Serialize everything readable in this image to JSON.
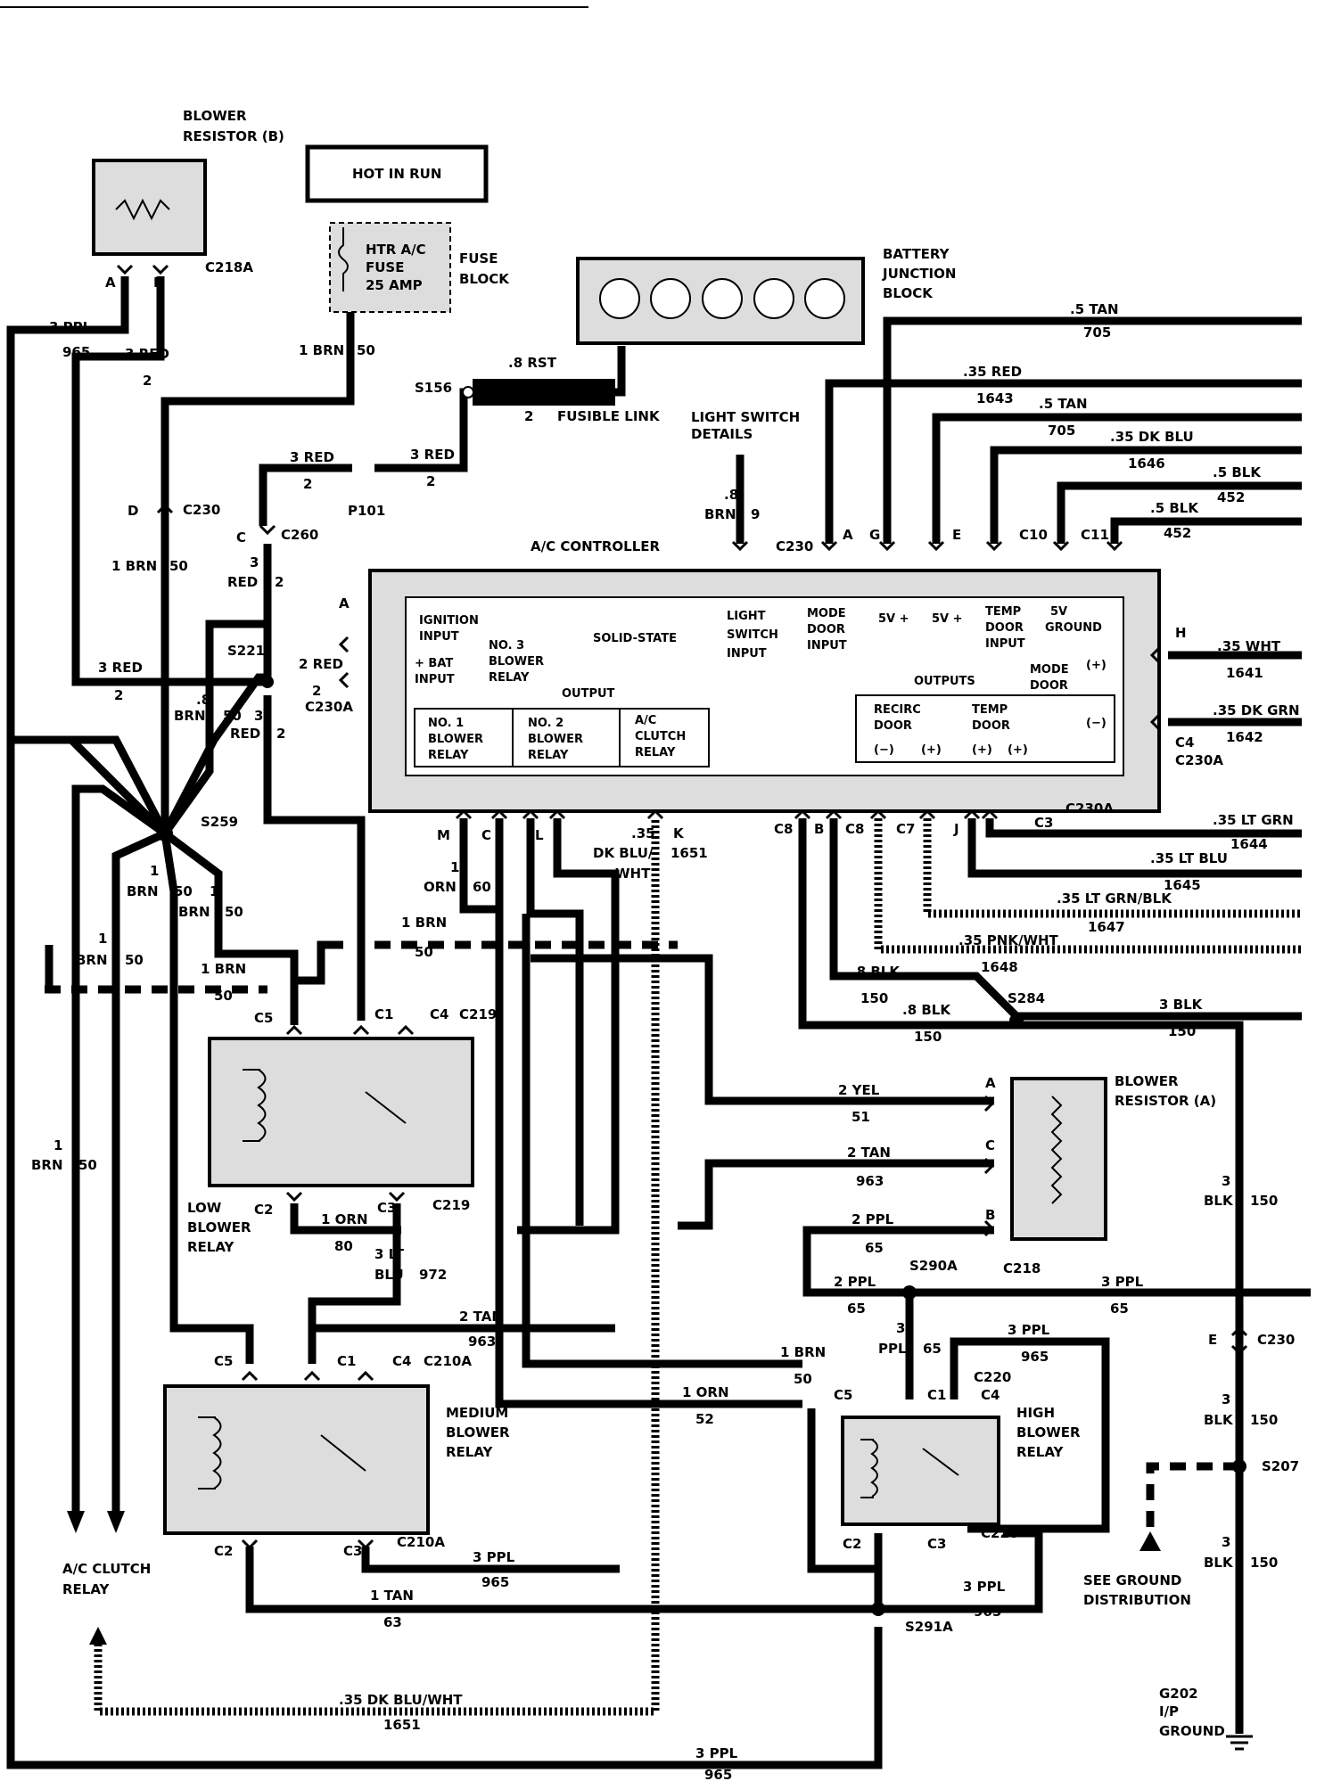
{
  "header": {
    "title": "HOT IN RUN"
  },
  "components": {
    "blower_resistor_b": {
      "label_l1": "BLOWER",
      "label_l2": "RESISTOR (B)",
      "conn": "C218A",
      "pin_a": "A",
      "pin_b": "B"
    },
    "fuse": {
      "l1": "HTR A/C",
      "l2": "FUSE",
      "l3": "25 AMP",
      "block_l1": "FUSE",
      "block_l2": "BLOCK"
    },
    "battery": {
      "l1": "BATTERY",
      "l2": "JUNCTION",
      "l3": "BLOCK"
    },
    "fusible_link": {
      "label": "FUSIBLE LINK",
      "gauge": ".8 RST",
      "circuit": "2",
      "splice": "S156"
    },
    "light_switch": {
      "l1": "LIGHT SWITCH",
      "l2": "DETAILS",
      "gauge": ".8",
      "color": "BRN",
      "circuit": "9"
    },
    "controller": {
      "title": "A/C CONTROLLER",
      "ignition": "IGNITION",
      "input": "INPUT",
      "bat": "+ BAT",
      "bat_input": "INPUT",
      "no3_l1": "NO. 3",
      "no3_l2": "BLOWER",
      "no3_l3": "RELAY",
      "solid": "SOLID-STATE",
      "output": "OUTPUT",
      "ls_l1": "LIGHT",
      "ls_l2": "SWITCH",
      "ls_l3": "INPUT",
      "md_l1": "MODE",
      "md_l2": "DOOR",
      "md_l3": "INPUT",
      "v5a": "5V +",
      "v5b": "5V +",
      "td_l1": "TEMP",
      "td_l2": "DOOR",
      "td_l3": "INPUT",
      "g_l1": "5V",
      "g_l2": "GROUND",
      "outputs": "OUTPUTS",
      "mode_l1": "MODE",
      "mode_l2": "DOOR",
      "plus": "(+)",
      "minus": "(−)",
      "no1_l1": "NO. 1",
      "no1_l2": "BLOWER",
      "no1_l3": "RELAY",
      "no2_l1": "NO. 2",
      "no2_l2": "BLOWER",
      "no2_l3": "RELAY",
      "ac_l1": "A/C",
      "ac_l2": "CLUTCH",
      "ac_l3": "RELAY",
      "rec_l1": "RECIRC",
      "rec_l2": "DOOR",
      "tmp_l1": "TEMP",
      "tmp_l2": "DOOR",
      "pm1": "(−)",
      "pm2": "(+)",
      "pm3": "(+)",
      "pm4": "(+)"
    },
    "low_relay": {
      "l1": "LOW",
      "l2": "BLOWER",
      "l3": "RELAY"
    },
    "medium_relay": {
      "l1": "MEDIUM",
      "l2": "BLOWER",
      "l3": "RELAY"
    },
    "high_relay": {
      "l1": "HIGH",
      "l2": "BLOWER",
      "l3": "RELAY"
    },
    "blower_resistor_a": {
      "l1": "BLOWER",
      "l2": "RESISTOR (A)",
      "conn": "C218"
    },
    "ac_clutch": {
      "l1": "A/C CLUTCH",
      "l2": "RELAY"
    },
    "ground_dist": {
      "l1": "SEE GROUND",
      "l2": "DISTRIBUTION"
    },
    "g202": {
      "l1": "G202",
      "l2": "I/P",
      "l3": "GROUND"
    }
  },
  "labels": {
    "w_3ppl": "3 PPL",
    "c_965": "965",
    "w_3red": "3 RED",
    "c_2": "2",
    "w_1brn": "1 BRN",
    "c_50": "50",
    "p101": "P101",
    "c230": "C230",
    "c260": "C260",
    "d": "D",
    "c": "C",
    "a": "A",
    "b": "B",
    "e": "E",
    "h": "H",
    "j": "J",
    "k": "K",
    "l": "L",
    "m": "M",
    "g": "G",
    "c10": "C10",
    "c11": "C11",
    "c3": "C3",
    "c4": "C4",
    "c7": "C7",
    "c8": "C8",
    "c5": "C5",
    "c1": "C1",
    "c2": "C2",
    "s221": "S221",
    "s259": "S259",
    "s284": "S284",
    "s290a": "S290A",
    "s291a": "S291A",
    "s207": "S207",
    "c230a": "C230A",
    "c219": "C219",
    "c210a": "C210A",
    "c220": "C220",
    "w_2red": "2 RED",
    "w_8": ".8",
    "brn": "BRN",
    "red": "RED",
    "w_3": "3",
    "w_1": "1",
    "w_5tan": ".5 TAN",
    "c_705": "705",
    "w_35red": ".35 RED",
    "c_1643": "1643",
    "w_35dkblu": ".35 DK BLU",
    "c_1646": "1646",
    "w_5blk": ".5 BLK",
    "c_452": "452",
    "w_35wht": ".35 WHT",
    "c_1641": "1641",
    "w_35dkgrn": ".35 DK GRN",
    "c_1642": "1642",
    "w_35ltgrn": ".35 LT GRN",
    "c_1644": "1644",
    "w_35ltblu": ".35 LT BLU",
    "c_1645": "1645",
    "w_35ltgrnblk": ".35 LT GRN/BLK",
    "c_1647": "1647",
    "w_35pnkwht": ".35 PNK/WHT",
    "c_1648": "1648",
    "w_8blk": ".8 BLK",
    "c_150": "150",
    "w_3blk": "3 BLK",
    "blk": "BLK",
    "w_2yel": "2 YEL",
    "c_51": "51",
    "w_2tan": "2 TAN",
    "c_963": "963",
    "w_2ppl": "2 PPL",
    "c_65": "65",
    "ppl": "PPL",
    "orn": "ORN",
    "c_60": "60",
    "w_1orn": "1 ORN",
    "c_80": "80",
    "w_3lt": "3 LT",
    "blu": "BLU",
    "c_972": "972",
    "c_52": "52",
    "w_1tan": "1 TAN",
    "c_63": "63",
    "w_35dkbluwht": ".35 DK BLU/WHT",
    "c_1651": "1651",
    "w_35": ".35",
    "dkblu": "DK BLU/",
    "wht": "WHT"
  }
}
